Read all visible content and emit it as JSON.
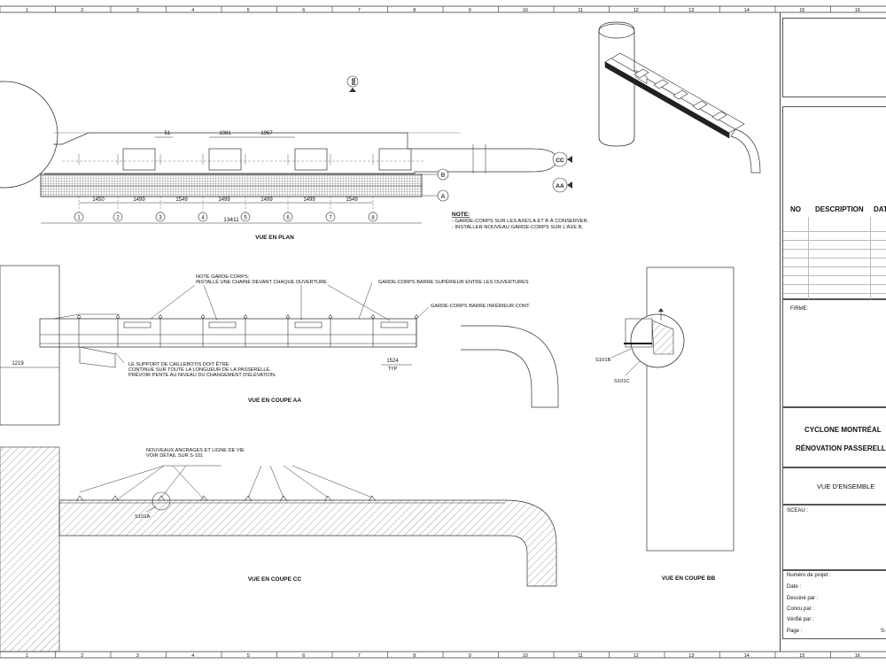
{
  "border": {
    "columns": [
      "1",
      "2",
      "3",
      "4",
      "5",
      "6",
      "7",
      "8",
      "9",
      "10",
      "11",
      "12",
      "13",
      "14",
      "15",
      "16"
    ]
  },
  "views": {
    "plan": {
      "title": "VUE EN PLAN",
      "top_dims": [
        "51",
        "1081",
        "1967"
      ],
      "bay_dims": [
        "1450",
        "1499",
        "1549",
        "1499",
        "1499",
        "1499",
        "1549"
      ],
      "total_dim": "13411",
      "axes": [
        "1",
        "2",
        "3",
        "4",
        "5",
        "6",
        "7",
        "8"
      ],
      "section_marks": [
        "CC",
        "AA",
        "BB"
      ],
      "axis_letters": [
        "B",
        "A"
      ],
      "note_title": "NOTE:",
      "note_lines": [
        "- GARDE-CORPS SUR LES AXES A ET B À CONSERVER.",
        "- INSTALLER NOUVEAU GARDE-CORPS SUR L'AXE B."
      ]
    },
    "section_aa": {
      "title": "VUE EN COUPE AA",
      "note1_lines": [
        "NOTE GARDE-CORPS:",
        "INSTALLÉ UNE CHAINE DEVANT CHAQUE OUVERTURE"
      ],
      "note2": "GARDE-CORPS BARRE SUPÉRIEUR ENTRE LES OUVERTURES",
      "note3": "GARDE-CORPS BARRE INFÉRIEUR CONT.",
      "note4_lines": [
        "LE SUPPORT DE CAILLEBOTIS DOIT ÊTRE",
        "CONTINUE SUR TOUTE LA LONGUEUR DE LA PASSERELLE.",
        "PRÉVOIR PENTE AU NIVEAU DU CHANGEMENT D'ÉLÉVATION."
      ],
      "dim_left": "1219",
      "dim_right": "1524",
      "dim_right_sub": "TYP"
    },
    "section_cc": {
      "title": "VUE EN COUPE CC",
      "note_lines": [
        "NOUVEAUX ANCRAGES ET LIGNE DE VIE",
        "VOIR DÉTAIL SUR S-101"
      ],
      "detail_ref": "S101A"
    },
    "section_bb": {
      "title": "VUE EN COUPE BB",
      "detail_refs": [
        "S101B",
        "S101C"
      ]
    }
  },
  "title_block": {
    "rev_headers": [
      "NO",
      "DESCRIPTION",
      "DAT"
    ],
    "firm_label": "FIRME:",
    "project_line1": "CYCLONE MONTRÉAL",
    "project_line2": "RÉNOVATION PASSERELL",
    "drawing_title": "VUE D'ENSEMBLE",
    "seal_label": "SCEAU :",
    "fields": [
      "Numéro de projet :",
      "Date :",
      "Dessiné par :",
      "Concu par :",
      "Vérifié par :",
      "Page :"
    ],
    "page_value": "S-"
  }
}
